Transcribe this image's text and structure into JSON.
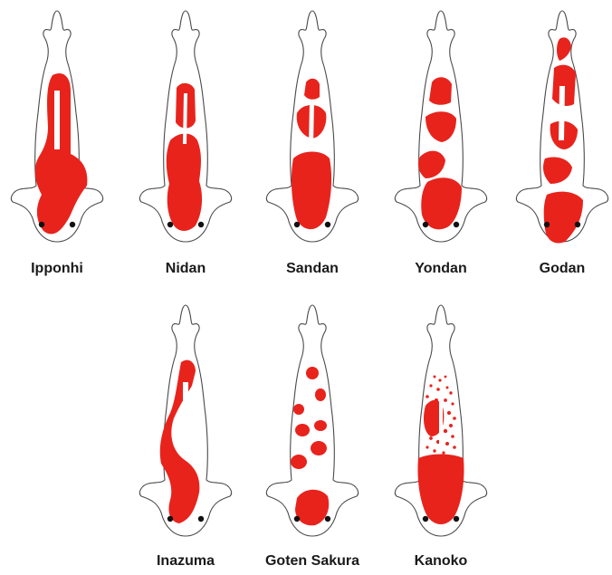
{
  "colors": {
    "red": "#e8231c",
    "outline": "#4a4a4a",
    "eye": "#111111",
    "background": "#ffffff"
  },
  "koi": [
    {
      "id": "ipponhi",
      "label": "Ipponhi",
      "pattern": "single-red-band-icon"
    },
    {
      "id": "nidan",
      "label": "Nidan",
      "pattern": "two-red-patches-icon"
    },
    {
      "id": "sandan",
      "label": "Sandan",
      "pattern": "three-red-patches-icon"
    },
    {
      "id": "yondan",
      "label": "Yondan",
      "pattern": "four-red-patches-icon"
    },
    {
      "id": "godan",
      "label": "Godan",
      "pattern": "five-red-patches-icon"
    },
    {
      "id": "inazuma",
      "label": "Inazuma",
      "pattern": "lightning-stripe-icon"
    },
    {
      "id": "goten-sakura",
      "label": "Goten Sakura",
      "pattern": "cherry-blossom-spots-icon"
    },
    {
      "id": "kanoko",
      "label": "Kanoko",
      "pattern": "dappled-fawn-spots-icon"
    }
  ]
}
